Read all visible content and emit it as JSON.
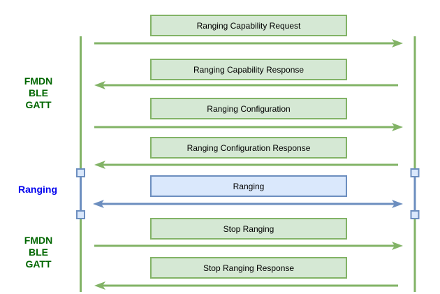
{
  "side_labels": {
    "gatt_top": {
      "lines": [
        "FMDN",
        "BLE",
        "GATT"
      ],
      "color": "#006600"
    },
    "ranging": {
      "text": "Ranging",
      "color": "#0000ee"
    },
    "gatt_bottom": {
      "lines": [
        "FMDN",
        "BLE",
        "GATT"
      ],
      "color": "#006600"
    }
  },
  "messages": [
    {
      "label": "Ranging Capability Request",
      "direction": "right",
      "style": "green"
    },
    {
      "label": "Ranging Capability Response",
      "direction": "left",
      "style": "green"
    },
    {
      "label": "Ranging Configuration",
      "direction": "right",
      "style": "green"
    },
    {
      "label": "Ranging Configuration Response",
      "direction": "left",
      "style": "green"
    },
    {
      "label": "Ranging",
      "direction": "both",
      "style": "blue"
    },
    {
      "label": "Stop Ranging",
      "direction": "right",
      "style": "green"
    },
    {
      "label": "Stop Ranging Response",
      "direction": "left",
      "style": "green"
    }
  ],
  "colors": {
    "green_stroke": "#82b366",
    "green_fill": "#d5e8d4",
    "blue_stroke": "#6c8ebf",
    "blue_fill": "#dae8fc",
    "gatt_label": "#006600",
    "ranging_label": "#0000ee"
  }
}
